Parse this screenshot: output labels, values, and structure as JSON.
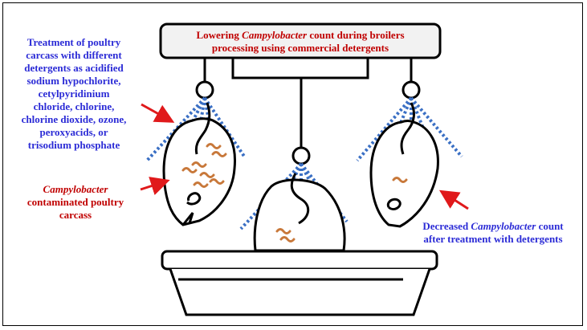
{
  "colors": {
    "title_red": "#c00000",
    "text_blue": "#2b2bd6",
    "spray_blue": "#3a6fc4",
    "arrow_red": "#e0191b",
    "bacteria_orange": "#c8783a",
    "outline": "#000000"
  },
  "title": {
    "line1_pre": "Lowering ",
    "line1_italic": "Campylobacter",
    "line1_post": " count during broilers",
    "line2": "processing using commercial detergents"
  },
  "treatment_text": {
    "lines": [
      "Treatment of poultry",
      "carcass with different",
      "detergents as acidified",
      "sodium hypochlorite,",
      "cetylpyridinium",
      "chloride, chlorine,",
      "chlorine dioxide, ozone,",
      "peroxyacids, or",
      "trisodium phosphate"
    ]
  },
  "contaminated_text": {
    "italic": "Campylobacter",
    "line2": "contaminated poultry",
    "line3": "carcass"
  },
  "decreased_text": {
    "line1_pre": "Decreased ",
    "line1_italic": "Campylobacter",
    "line1_post": " count",
    "line2": "after treatment with detergents"
  },
  "icons": [
    "carcass-icon",
    "spray-nozzle-icon",
    "bacteria-icon",
    "arrow-icon",
    "tray-icon",
    "conveyor-rail-icon"
  ]
}
